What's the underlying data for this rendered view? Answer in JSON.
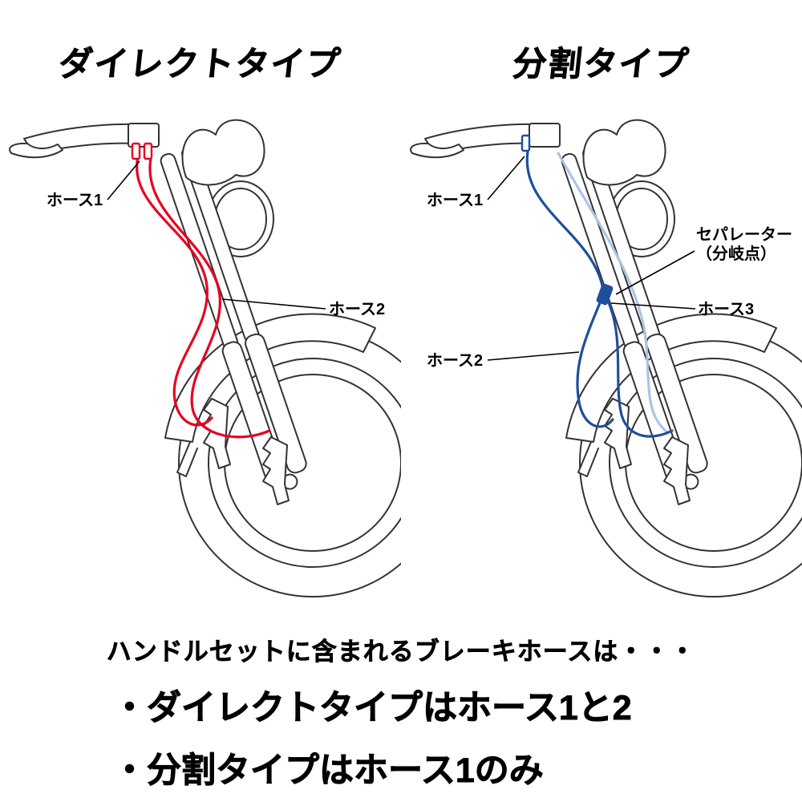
{
  "titles": {
    "direct": "ダイレクトタイプ",
    "split": "分割タイプ"
  },
  "direct_diagram": {
    "hose1_label": "ホース1",
    "hose2_label": "ホース2"
  },
  "split_diagram": {
    "hose1_label": "ホース1",
    "hose2_label": "ホース2",
    "hose3_label": "ホース3",
    "separator_label_line1": "セパレーター",
    "separator_label_line2": "（分岐点）"
  },
  "footer": {
    "intro": "ハンドルセットに含まれるブレーキホースは・・・",
    "bullets": [
      "・ダイレクトタイプはホース1と2",
      "・分割タイプはホース1のみ"
    ]
  },
  "colors": {
    "direct_hose": "#e8001e",
    "split_hose": "#1f4e9e",
    "split_hose_light": "#aac4e4",
    "outline": "#333333"
  }
}
